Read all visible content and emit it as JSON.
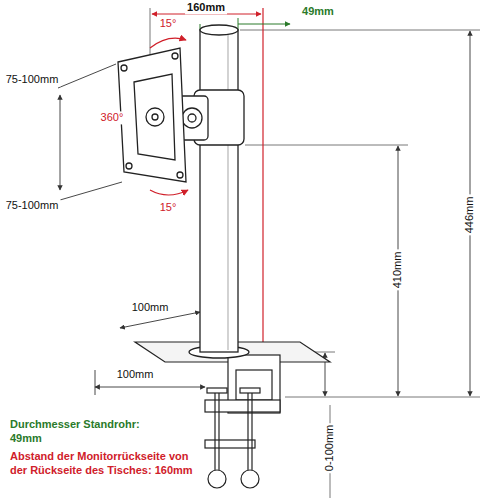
{
  "diagram": {
    "labels": [
      "160mm",
      "49mm",
      "15°",
      "360°",
      "15°",
      "75-100mm",
      "75-100mm",
      "446mm",
      "410mm",
      "100mm",
      "100mm",
      "0-100mm",
      "Durchmesser Standrohr: 49mm",
      "Abstand der Monitorrückseite von der Rückseite des Tisches: 160mm"
    ]
  }
}
